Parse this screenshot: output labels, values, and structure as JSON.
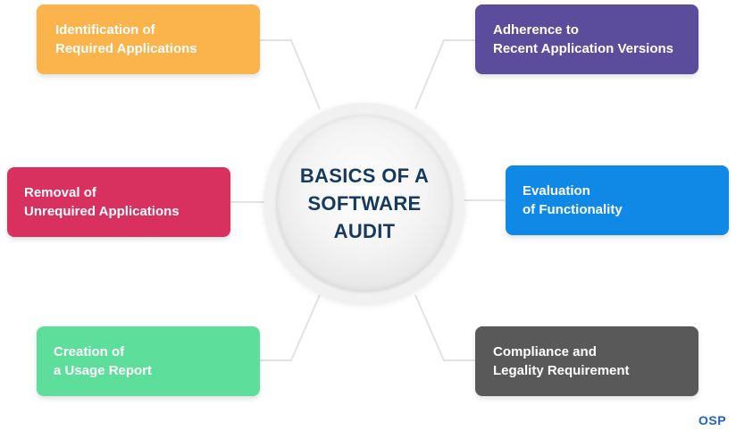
{
  "hub": {
    "title": "BASICS OF A SOFTWARE AUDIT"
  },
  "nodes": [
    {
      "id": "identification",
      "lines": [
        "Identification of",
        "Required Applications"
      ],
      "color": "#fbb34c"
    },
    {
      "id": "adherence",
      "lines": [
        "Adherence to",
        "Recent Application Versions"
      ],
      "color": "#5b4c9c"
    },
    {
      "id": "removal",
      "lines": [
        "Removal of",
        "Unrequired Applications"
      ],
      "color": "#d8305f"
    },
    {
      "id": "evaluation",
      "lines": [
        "Evaluation",
        "of Functionality"
      ],
      "color": "#1089e6"
    },
    {
      "id": "creation",
      "lines": [
        "Creation of",
        "a Usage Report"
      ],
      "color": "#5dde9b"
    },
    {
      "id": "compliance",
      "lines": [
        "Compliance and",
        "Legality Requirement"
      ],
      "color": "#595959"
    }
  ],
  "logo": {
    "text": "OSP",
    "color": "#1e62c8"
  },
  "colors": {
    "connector": "#e2e2e2",
    "hub_text": "#163a5f"
  }
}
